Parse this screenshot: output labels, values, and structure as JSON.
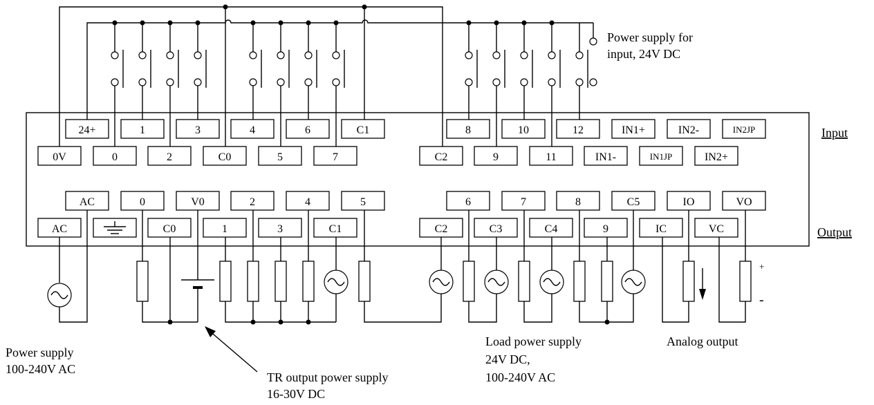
{
  "diagram": {
    "labels": {
      "input_heading": "Input",
      "output_heading": "Output",
      "input_power": [
        "Power supply for",
        "input, 24V DC"
      ],
      "main_power": [
        "Power supply",
        "100-240V AC"
      ],
      "tr_power": [
        "TR output power supply",
        "16-30V DC"
      ],
      "load_power": [
        "Load power supply",
        "24V DC,",
        "100-240V AC"
      ],
      "analog_output": "Analog output",
      "polarity_plus": "+",
      "polarity_minus": "-"
    },
    "input_terminals_upper": [
      "24+",
      "1",
      "3",
      "4",
      "6",
      "C1",
      "8",
      "10",
      "12",
      "IN1+",
      "IN2-",
      "IN2JP"
    ],
    "input_terminals_lower": [
      "0V",
      "0",
      "2",
      "C0",
      "5",
      "7",
      "C2",
      "9",
      "11",
      "IN1-",
      "IN1JP",
      "IN2+"
    ],
    "output_terminals_upper": [
      "AC",
      "0",
      "V0",
      "2",
      "4",
      "5",
      "6",
      "7",
      "8",
      "C5",
      "IO",
      "VO"
    ],
    "output_terminals_lower": [
      "AC",
      "ground-symbol",
      "C0",
      "1",
      "3",
      "C1",
      "C2",
      "C3",
      "C4",
      "9",
      "IC",
      "VC"
    ]
  }
}
